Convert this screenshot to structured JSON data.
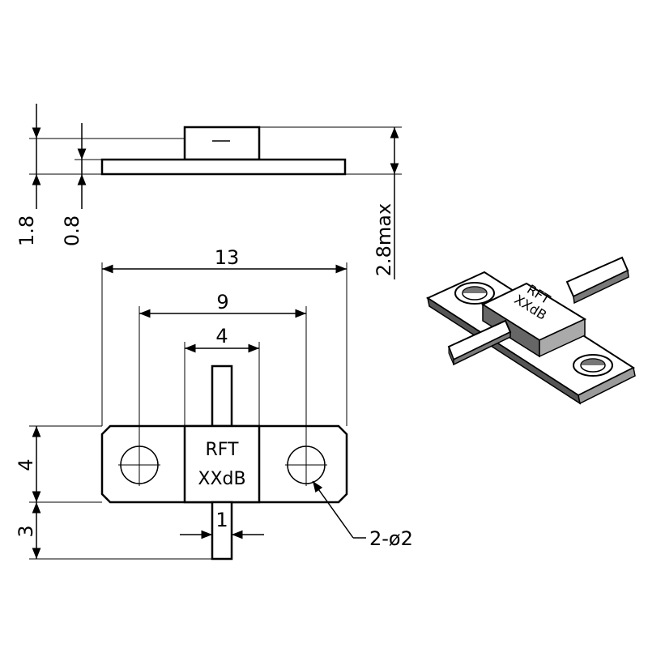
{
  "side_view": {
    "dim_flange": "1.8",
    "dim_tab": "0.8",
    "dim_max": "2.8max"
  },
  "top_view": {
    "dim_overall": "13",
    "dim_hole_pitch": "9",
    "dim_body": "4",
    "dim_flange_height": "4",
    "dim_tab_length": "3",
    "dim_tab_width": "1",
    "hole_callout": "2-ø2",
    "marking_line1": "RFT",
    "marking_line2": "XXdB"
  },
  "iso_view": {
    "marking_line1": "RFT",
    "marking_line2": "XXdB"
  }
}
